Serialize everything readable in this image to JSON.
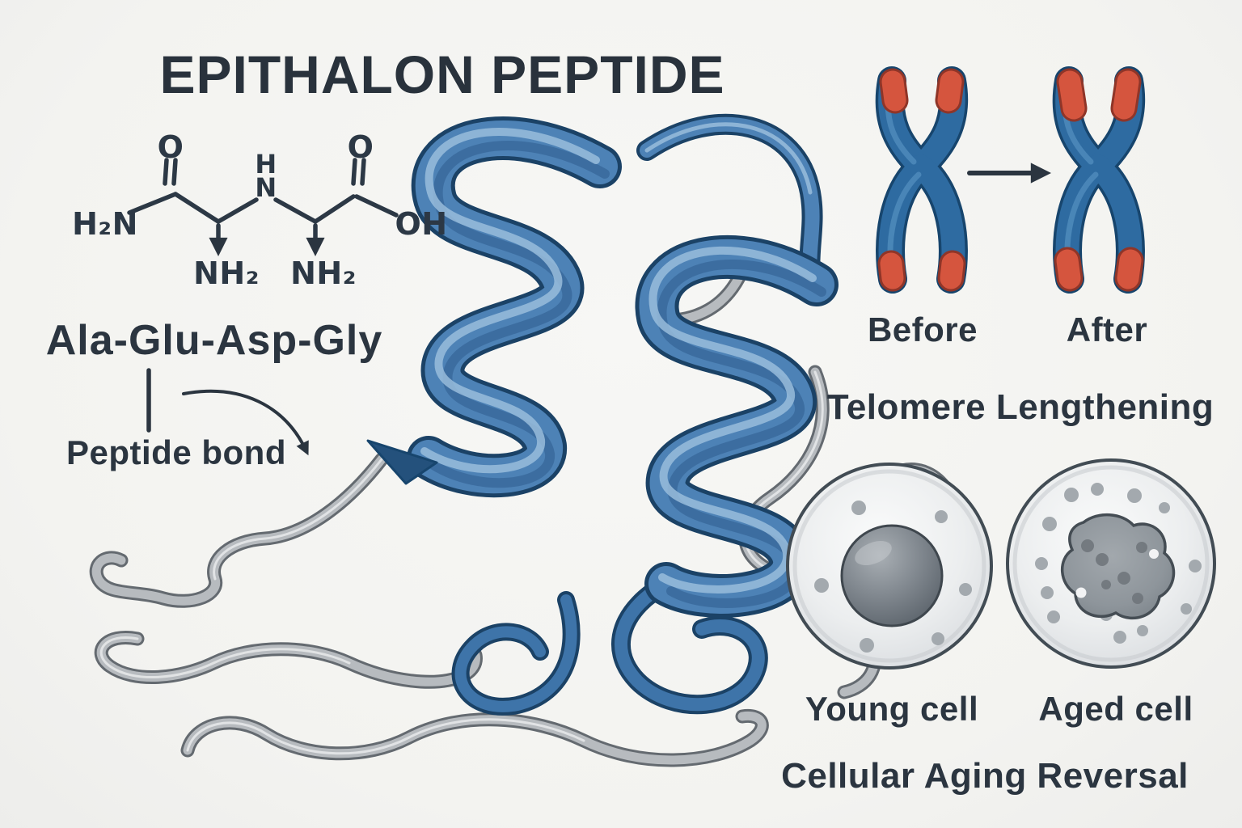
{
  "header": {
    "title": "EPITHALON PEPTIDE"
  },
  "chemical_structure": {
    "amine_terminal": "H₂N",
    "carbonyl_oxygen_left": "O",
    "amide_hydrogen": "H",
    "amide_nitrogen": "N",
    "carbonyl_oxygen_right": "O",
    "hydroxyl": "OH",
    "amino_group_left": "NH₂",
    "amino_group_right": "NH₂"
  },
  "sequence": {
    "text": "Ala-Glu-Asp-Gly",
    "bond_annotation": "Peptide bond"
  },
  "telomere_panel": {
    "before": "Before",
    "after": "After",
    "caption": "Telomere Lengthening"
  },
  "cell_panel": {
    "young": "Young cell",
    "aged": "Aged cell",
    "caption": "Cellular Aging Reversal"
  },
  "palette": {
    "background": "#f5f5f3",
    "text": "#2b3540",
    "ribbon_blue": "#4d82b6",
    "ribbon_edge": "#1b4266",
    "ribbon_highlight": "#9ec0de",
    "loop_gray": "#b7bbbf",
    "chromosome_blue": "#2e6ba1",
    "telomere_red": "#d5553e",
    "cell_body": "#e9ebec",
    "nucleus_gray": "#798089"
  }
}
